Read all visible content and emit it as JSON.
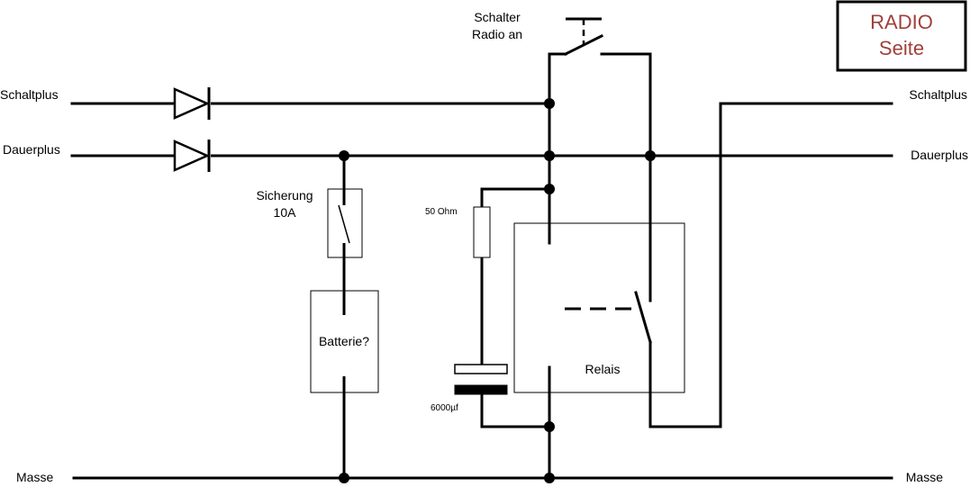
{
  "labels": {
    "switch_line1": "Schalter",
    "switch_line2": "Radio an",
    "left_schaltplus": "Schaltplus",
    "left_dauerplus": "Dauerplus",
    "left_masse": "Masse",
    "right_schaltplus": "Schaltplus",
    "right_dauerplus": "Dauerplus",
    "right_masse": "Masse",
    "fuse_line1": "Sicherung",
    "fuse_line2": "10A",
    "battery": "Batterie?",
    "resistor": "50 Ohm",
    "capacitor": "6000µf",
    "relay": "Relais"
  },
  "title_box": {
    "line1": "RADIO",
    "line2": "Seite",
    "color": "#a0403a"
  }
}
